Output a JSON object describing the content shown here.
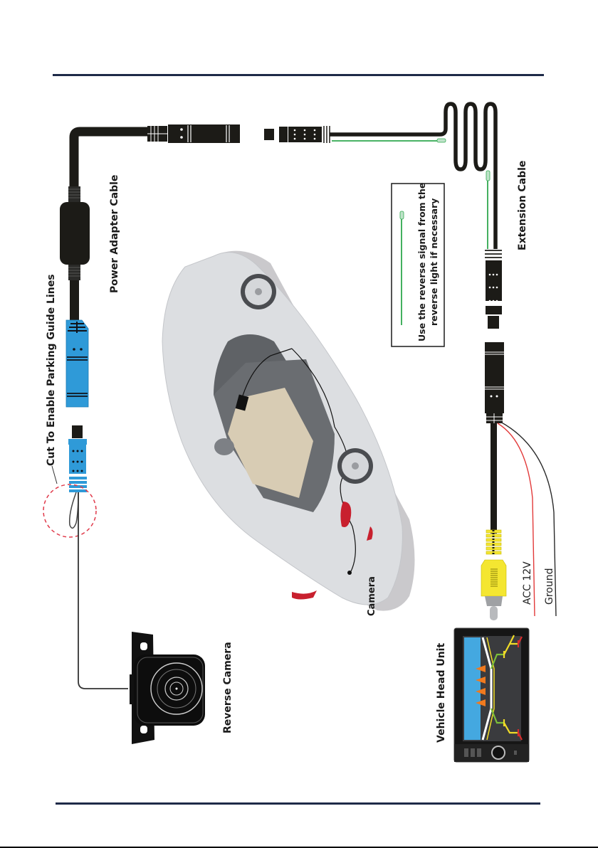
{
  "document": {
    "type": "wiring-diagram"
  },
  "colors": {
    "header_rule": "#1e2a48",
    "cable": "#1c1b17",
    "connector_blue": "#2f9ad8",
    "reverse_wire": "#2fa84f",
    "acc_wire": "#e23a3a",
    "ground_wire": "#2a2a2a",
    "rca_yellow": "#f4e631",
    "cut_circle": "#e0394a",
    "car_body": "#d8dadd",
    "car_shadow": "#c9c8cc",
    "interior": "#d8ccb4",
    "taillight": "#c8202e",
    "screen_sky": "#44a8e0"
  },
  "labels": {
    "cut_guide_lines": "Cut To Enable Parking Guide Lines",
    "power_adapter_cable": "Power Adapter Cable",
    "extension_cable": "Extension Cable",
    "reverse_signal_line1": "Use the reverse signal from the",
    "reverse_signal_line2": "reverse light if necessary",
    "camera": "Camera",
    "reverse_camera": "Reverse Camera",
    "vehicle_head_unit": "Vehicle Head Unit",
    "acc_12v": "ACC 12V",
    "ground": "Ground"
  },
  "components": [
    {
      "id": "reverse-camera",
      "name": "Reverse Camera"
    },
    {
      "id": "power-adapter-cable",
      "name": "Power Adapter Cable"
    },
    {
      "id": "extension-cable",
      "name": "Extension Cable"
    },
    {
      "id": "vehicle-head-unit",
      "name": "Vehicle Head Unit"
    },
    {
      "id": "car",
      "name": "Vehicle"
    }
  ]
}
